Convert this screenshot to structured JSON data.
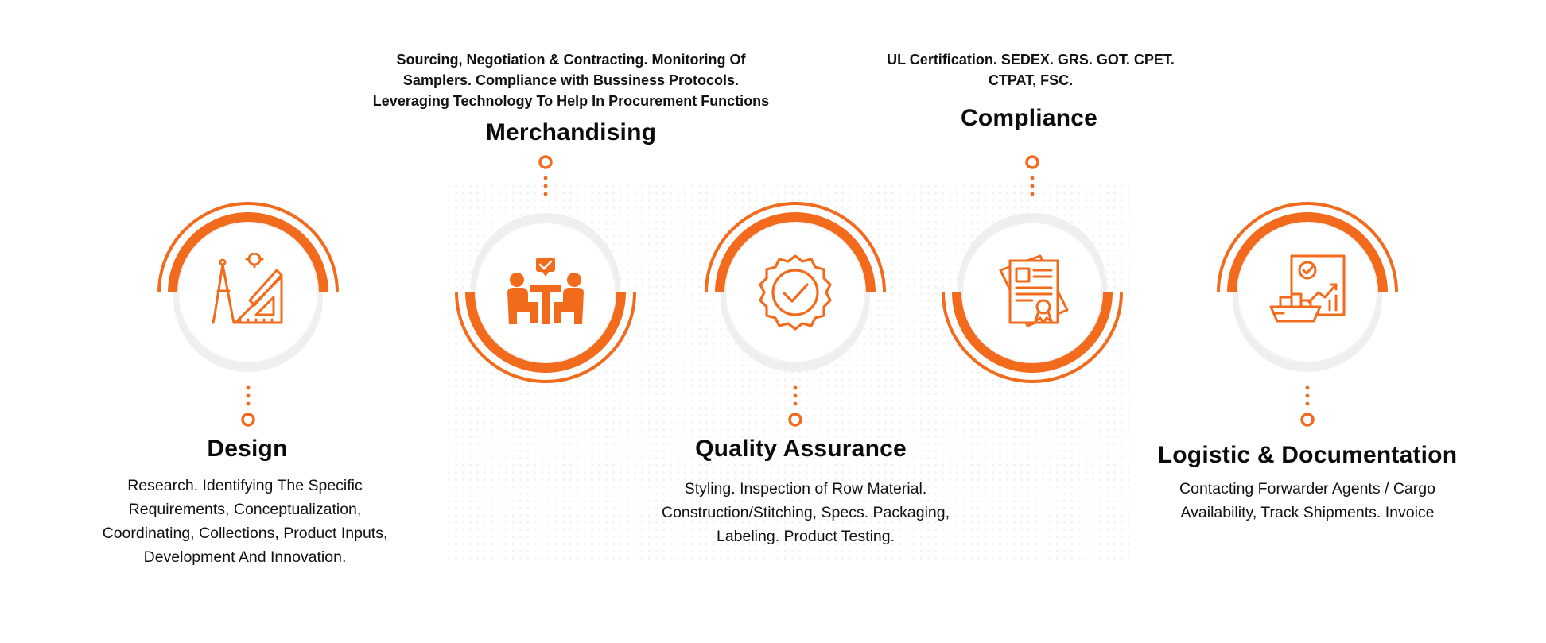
{
  "accent": "#F26B1D",
  "stages": [
    {
      "title": "Design",
      "icon": "drafting-tools-icon",
      "lines": [
        "Research. Identifying The Specific",
        "Requirements, Conceptualization,",
        "Coordinating, Collections, Product Inputs,",
        "Development And Innovation."
      ]
    },
    {
      "title": "Merchandising",
      "icon": "team-meeting-icon",
      "lines": [
        "Sourcing, Negotiation & Contracting. Monitoring Of",
        "Samplers. Compliance with Bussiness Protocols.",
        "Leveraging Technology To Help In Procurement Functions"
      ]
    },
    {
      "title": "Quality Assurance",
      "icon": "quality-badge-check-icon",
      "lines": [
        "Styling. Inspection of Row Material.",
        "Construction/Stitching, Specs. Packaging,",
        "Labeling. Product Testing."
      ]
    },
    {
      "title": "Compliance",
      "icon": "certificate-document-icon",
      "lines": [
        "UL Certification. SEDEX. GRS. GOT. CPET.",
        "CTPAT, FSC."
      ]
    },
    {
      "title": "Logistic & Documentation",
      "icon": "shipping-analytics-icon",
      "lines": [
        "Contacting Forwarder Agents / Cargo",
        "Availability, Track Shipments. Invoice"
      ]
    }
  ]
}
